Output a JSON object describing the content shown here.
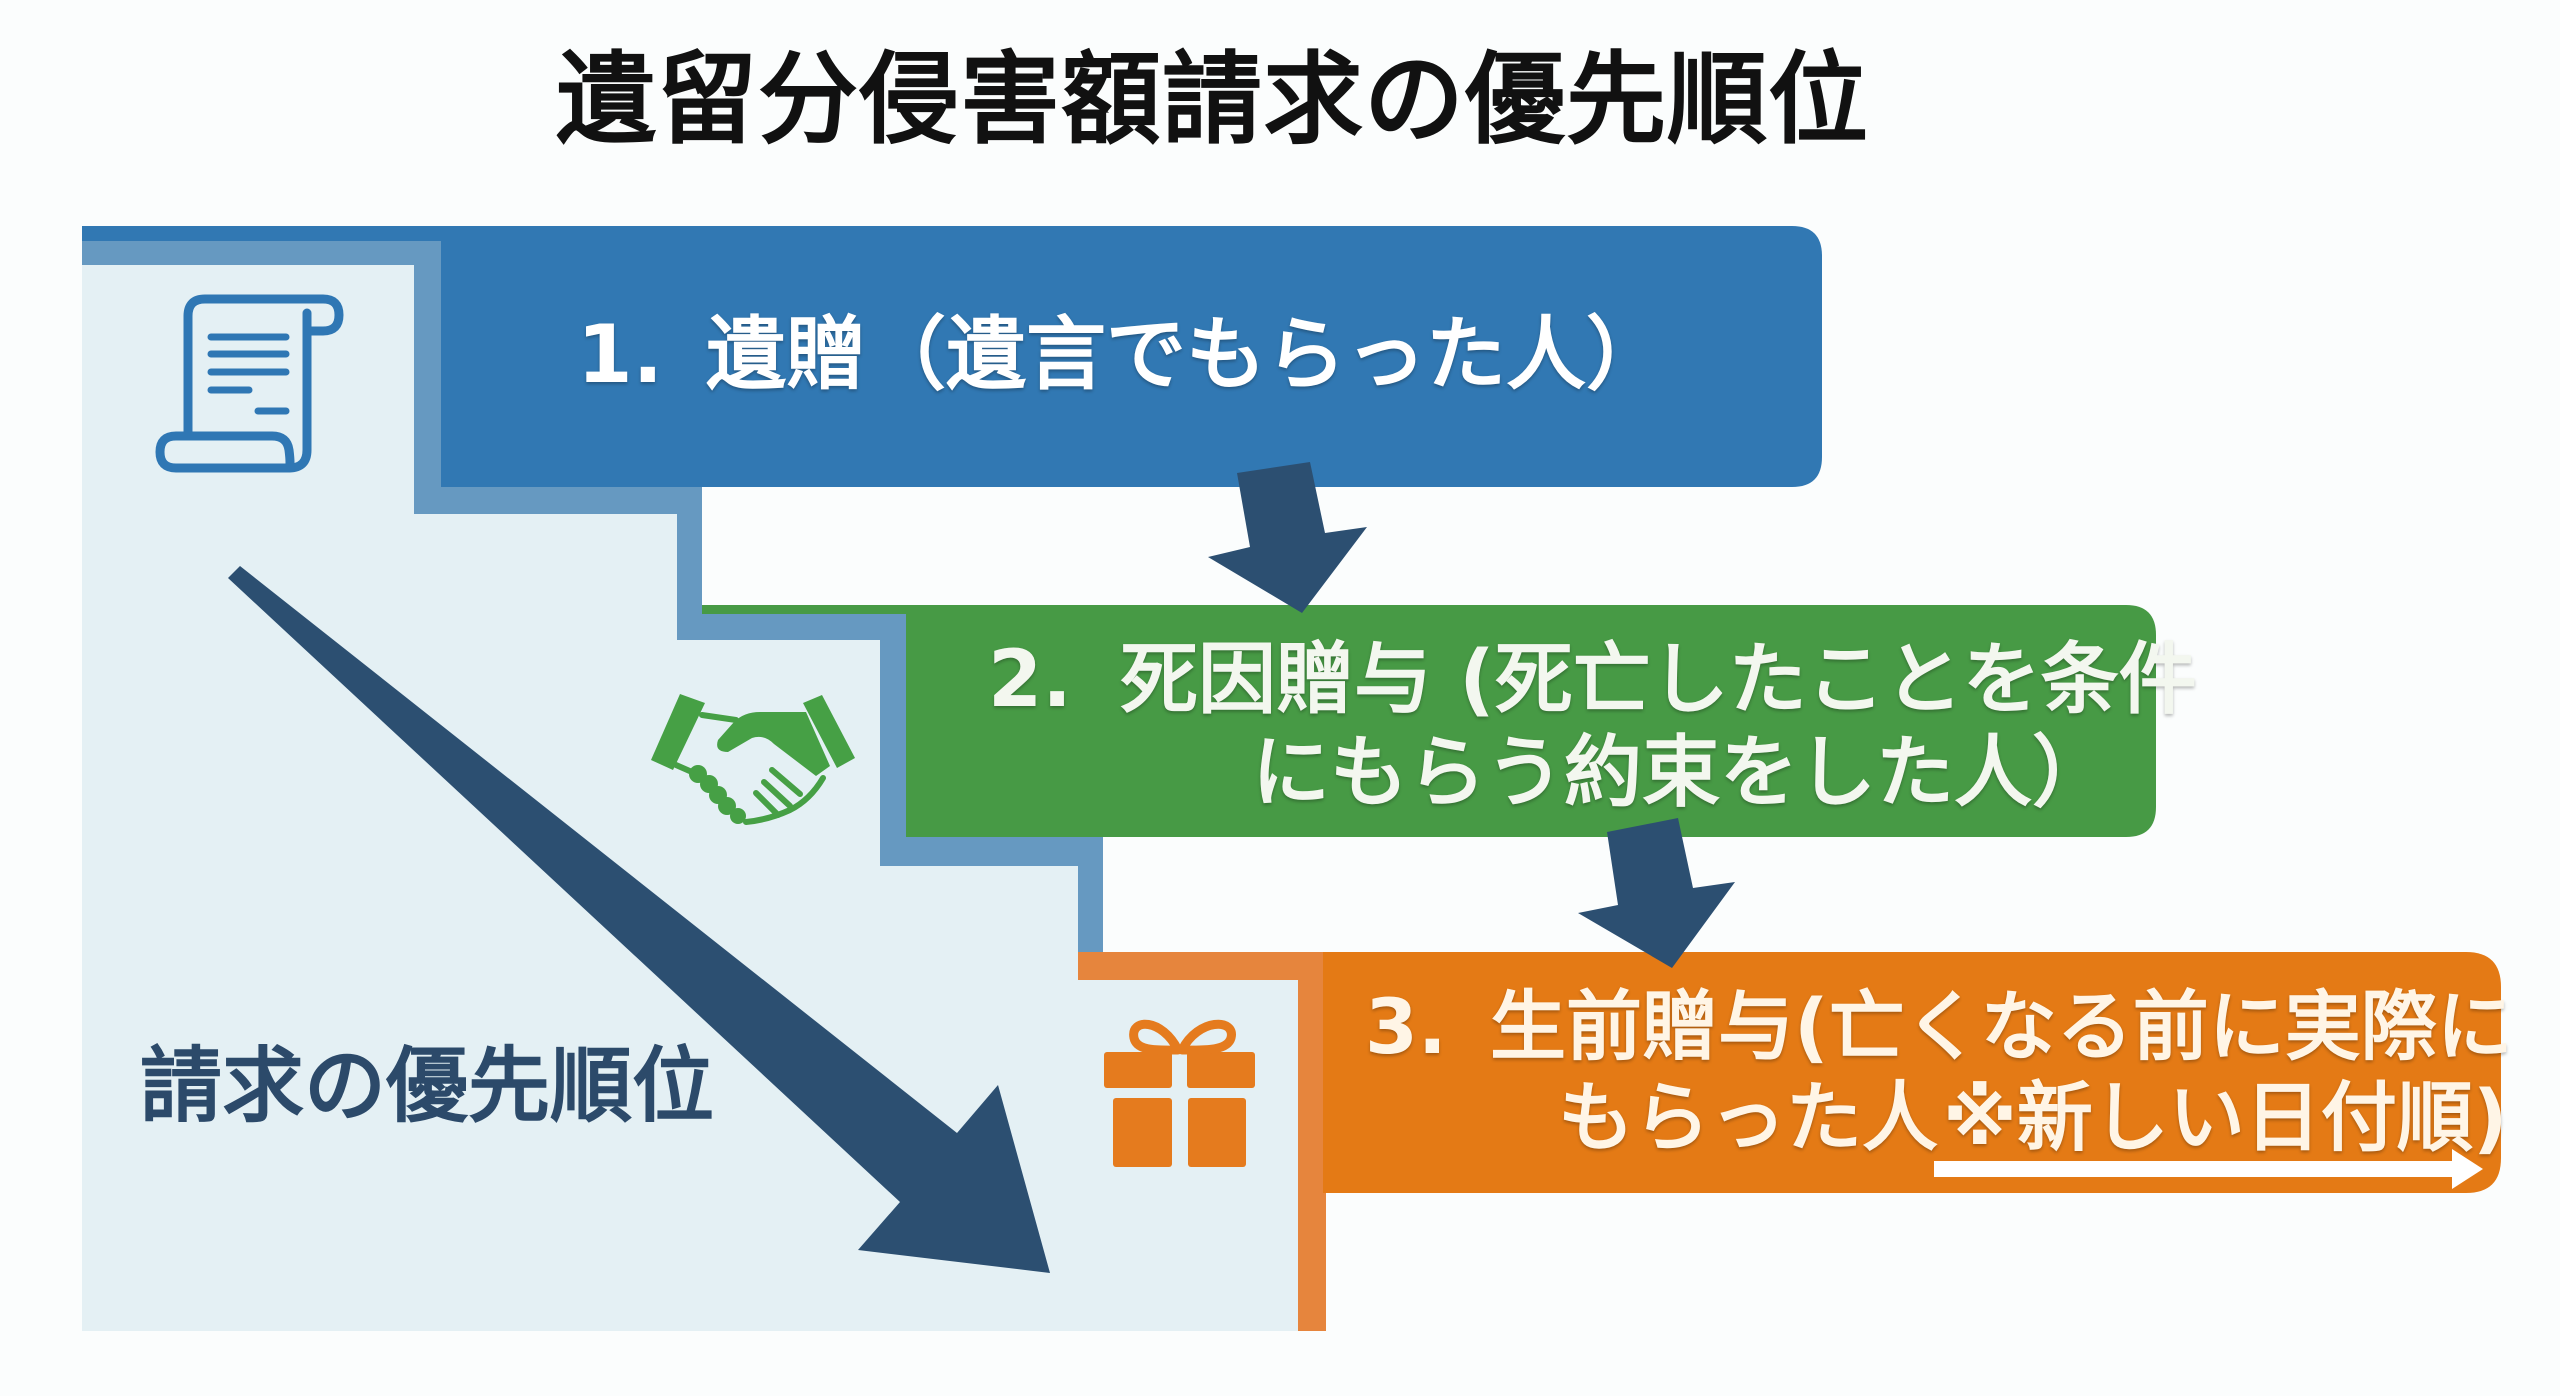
{
  "title": "遺留分侵害額請求の優先順位",
  "side_label": "請求の優先順位",
  "steps": [
    {
      "number": "1.",
      "lines": [
        "遺贈（遺言でもらった人）"
      ],
      "icon": "scroll-icon"
    },
    {
      "number": "2.",
      "lines": [
        "死因贈与 (死亡したことを条件",
        "にもらう約束をした人）"
      ],
      "icon": "handshake-icon"
    },
    {
      "number": "3.",
      "lines": [
        "生前贈与(亡くなる前に実際に",
        "もらった人"
      ],
      "note": "※新しい日付順)",
      "icon": "gift-icon"
    }
  ],
  "colors": {
    "step1": "#3178b3",
    "step2": "#479a45",
    "step3": "#e47a15",
    "step3_band": "#e6853d",
    "stair": "#6699c1",
    "panel": "#e4f0f4",
    "arrow": "#2c4f71",
    "icon_blue": "#2f77b4",
    "icon_green": "#46a045",
    "icon_orange": "#e57b1e"
  }
}
